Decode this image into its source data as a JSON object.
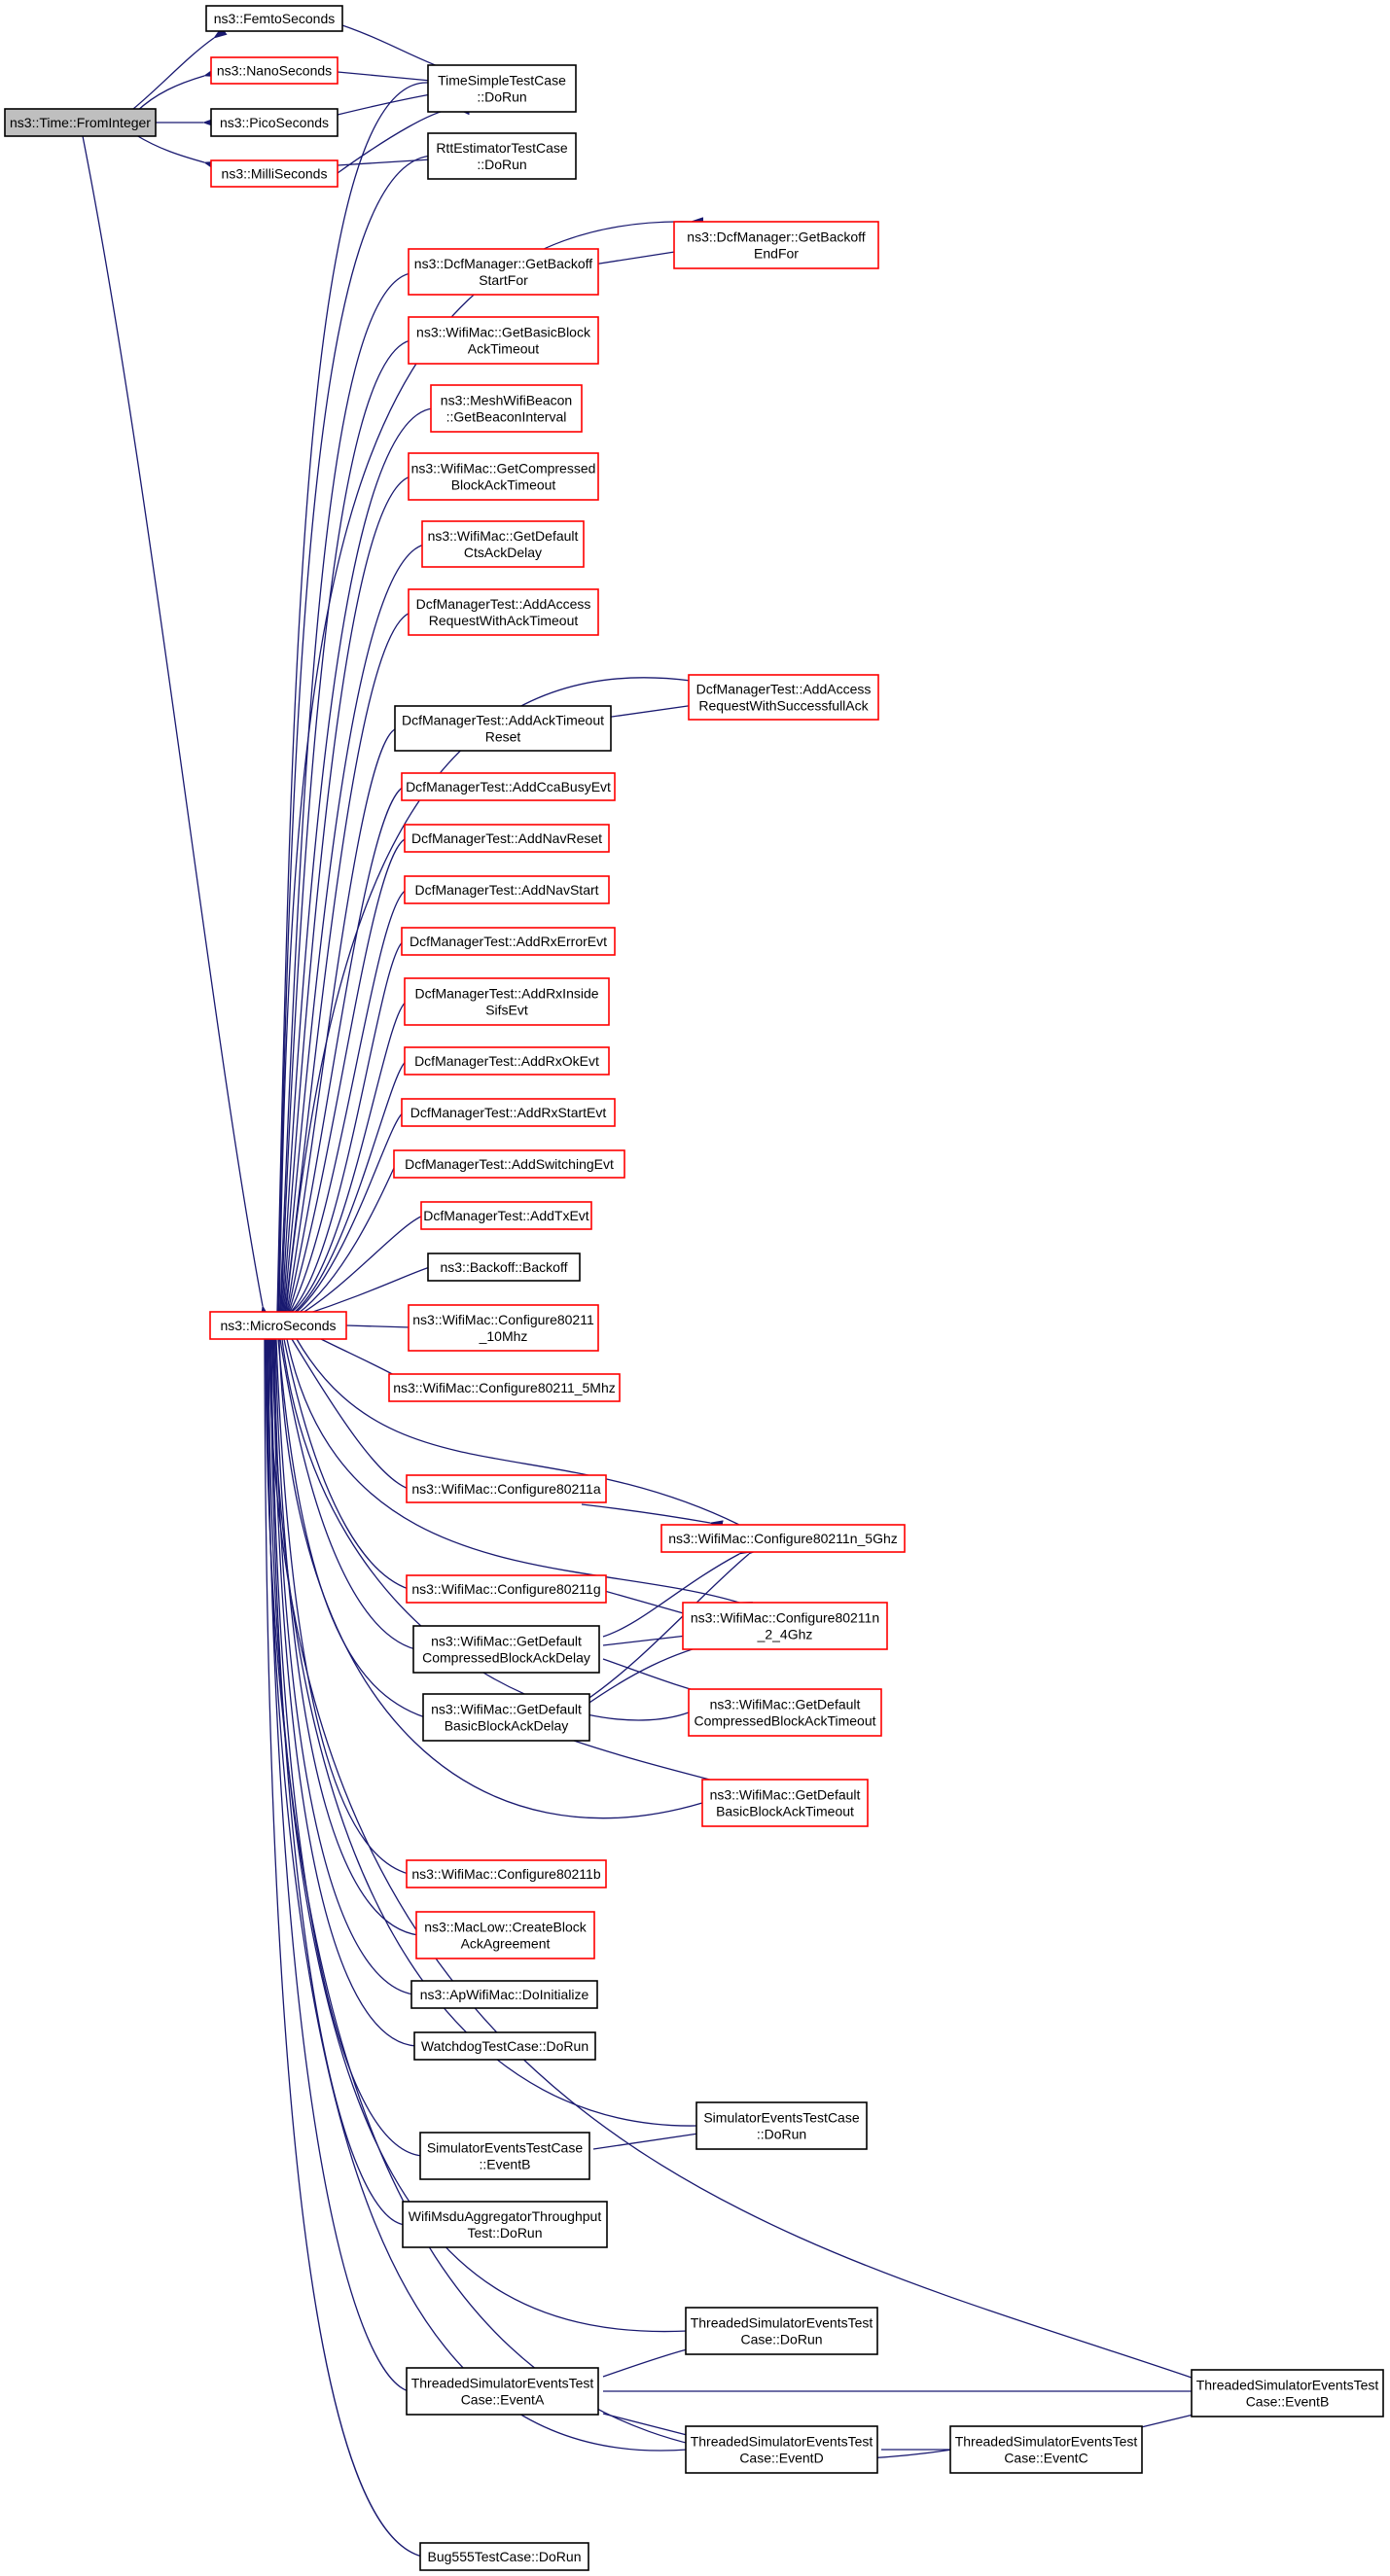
{
  "graph": {
    "colors": {
      "edge": "#191970",
      "root_fill": "#bfbfbf",
      "highlight_border": "#ff0000",
      "normal_border": "#000000"
    },
    "nodes": [
      {
        "id": "fromint",
        "lines": [
          "ns3::Time::FromInteger"
        ],
        "style": "root"
      },
      {
        "id": "femto",
        "lines": [
          "ns3::FemtoSeconds"
        ],
        "style": "black"
      },
      {
        "id": "nano",
        "lines": [
          "ns3::NanoSeconds"
        ],
        "style": "red"
      },
      {
        "id": "pico",
        "lines": [
          "ns3::PicoSeconds"
        ],
        "style": "black"
      },
      {
        "id": "milli",
        "lines": [
          "ns3::MilliSeconds"
        ],
        "style": "red"
      },
      {
        "id": "micro",
        "lines": [
          "ns3::MicroSeconds"
        ],
        "style": "red"
      },
      {
        "id": "tstc",
        "lines": [
          "TimeSimpleTestCase",
          "::DoRun"
        ],
        "style": "black"
      },
      {
        "id": "rtt",
        "lines": [
          "RttEstimatorTestCase",
          "::DoRun"
        ],
        "style": "black"
      },
      {
        "id": "dcfend",
        "lines": [
          "ns3::DcfManager::GetBackoff",
          "EndFor"
        ],
        "style": "red"
      },
      {
        "id": "dcfstart",
        "lines": [
          "ns3::DcfManager::GetBackoff",
          "StartFor"
        ],
        "style": "red"
      },
      {
        "id": "basicblock",
        "lines": [
          "ns3::WifiMac::GetBasicBlock",
          "AckTimeout"
        ],
        "style": "red"
      },
      {
        "id": "meshbeacon",
        "lines": [
          "ns3::MeshWifiBeacon",
          "::GetBeaconInterval"
        ],
        "style": "red"
      },
      {
        "id": "compblock",
        "lines": [
          "ns3::WifiMac::GetCompressed",
          "BlockAckTimeout"
        ],
        "style": "red"
      },
      {
        "id": "ctsack",
        "lines": [
          "ns3::WifiMac::GetDefault",
          "CtsAckDelay"
        ],
        "style": "red"
      },
      {
        "id": "addacc",
        "lines": [
          "DcfManagerTest::AddAccess",
          "RequestWithAckTimeout"
        ],
        "style": "red"
      },
      {
        "id": "addaccsucc",
        "lines": [
          "DcfManagerTest::AddAccess",
          "RequestWithSuccessfullAck"
        ],
        "style": "red"
      },
      {
        "id": "ackreset",
        "lines": [
          "DcfManagerTest::AddAckTimeout",
          "Reset"
        ],
        "style": "black"
      },
      {
        "id": "ccabusy",
        "lines": [
          "DcfManagerTest::AddCcaBusyEvt"
        ],
        "style": "red"
      },
      {
        "id": "navreset",
        "lines": [
          "DcfManagerTest::AddNavReset"
        ],
        "style": "red"
      },
      {
        "id": "navstart",
        "lines": [
          "DcfManagerTest::AddNavStart"
        ],
        "style": "red"
      },
      {
        "id": "rxerr",
        "lines": [
          "DcfManagerTest::AddRxErrorEvt"
        ],
        "style": "red"
      },
      {
        "id": "rxinside",
        "lines": [
          "DcfManagerTest::AddRxInside",
          "SifsEvt"
        ],
        "style": "red"
      },
      {
        "id": "rxok",
        "lines": [
          "DcfManagerTest::AddRxOkEvt"
        ],
        "style": "red"
      },
      {
        "id": "rxstart",
        "lines": [
          "DcfManagerTest::AddRxStartEvt"
        ],
        "style": "red"
      },
      {
        "id": "switching",
        "lines": [
          "DcfManagerTest::AddSwitchingEvt"
        ],
        "style": "red"
      },
      {
        "id": "txevt",
        "lines": [
          "DcfManagerTest::AddTxEvt"
        ],
        "style": "red"
      },
      {
        "id": "backoff",
        "lines": [
          "ns3::Backoff::Backoff"
        ],
        "style": "black"
      },
      {
        "id": "c10mhz",
        "lines": [
          "ns3::WifiMac::Configure80211",
          "_10Mhz"
        ],
        "style": "red"
      },
      {
        "id": "c5mhz",
        "lines": [
          "ns3::WifiMac::Configure80211_5Mhz"
        ],
        "style": "red"
      },
      {
        "id": "c11a",
        "lines": [
          "ns3::WifiMac::Configure80211a"
        ],
        "style": "red"
      },
      {
        "id": "c11n5",
        "lines": [
          "ns3::WifiMac::Configure80211n_5Ghz"
        ],
        "style": "red"
      },
      {
        "id": "c11g",
        "lines": [
          "ns3::WifiMac::Configure80211g"
        ],
        "style": "red"
      },
      {
        "id": "c11n24",
        "lines": [
          "ns3::WifiMac::Configure80211n",
          "_2_4Ghz"
        ],
        "style": "red"
      },
      {
        "id": "defcomp",
        "lines": [
          "ns3::WifiMac::GetDefault",
          "CompressedBlockAckDelay"
        ],
        "style": "black"
      },
      {
        "id": "defcompto",
        "lines": [
          "ns3::WifiMac::GetDefault",
          "CompressedBlockAckTimeout"
        ],
        "style": "red"
      },
      {
        "id": "defbasic",
        "lines": [
          "ns3::WifiMac::GetDefault",
          "BasicBlockAckDelay"
        ],
        "style": "black"
      },
      {
        "id": "defbasicto",
        "lines": [
          "ns3::WifiMac::GetDefault",
          "BasicBlockAckTimeout"
        ],
        "style": "red"
      },
      {
        "id": "c11b",
        "lines": [
          "ns3::WifiMac::Configure80211b"
        ],
        "style": "red"
      },
      {
        "id": "macblock",
        "lines": [
          "ns3::MacLow::CreateBlock",
          "AckAgreement"
        ],
        "style": "red"
      },
      {
        "id": "apinit",
        "lines": [
          "ns3::ApWifiMac::DoInitialize"
        ],
        "style": "black"
      },
      {
        "id": "watchdog",
        "lines": [
          "WatchdogTestCase::DoRun"
        ],
        "style": "black"
      },
      {
        "id": "simrun",
        "lines": [
          "SimulatorEventsTestCase",
          "::DoRun"
        ],
        "style": "black"
      },
      {
        "id": "simb",
        "lines": [
          "SimulatorEventsTestCase",
          "::EventB"
        ],
        "style": "black"
      },
      {
        "id": "msdu",
        "lines": [
          "WifiMsduAggregatorThroughput",
          "Test::DoRun"
        ],
        "style": "black"
      },
      {
        "id": "thrrun",
        "lines": [
          "ThreadedSimulatorEventsTest",
          "Case::DoRun"
        ],
        "style": "black"
      },
      {
        "id": "thrb",
        "lines": [
          "ThreadedSimulatorEventsTest",
          "Case::EventB"
        ],
        "style": "black"
      },
      {
        "id": "thra",
        "lines": [
          "ThreadedSimulatorEventsTest",
          "Case::EventA"
        ],
        "style": "black"
      },
      {
        "id": "thrd",
        "lines": [
          "ThreadedSimulatorEventsTest",
          "Case::EventD"
        ],
        "style": "black"
      },
      {
        "id": "thrc",
        "lines": [
          "ThreadedSimulatorEventsTest",
          "Case::EventC"
        ],
        "style": "black"
      },
      {
        "id": "bug555",
        "lines": [
          "Bug555TestCase::DoRun"
        ],
        "style": "black"
      }
    ]
  }
}
